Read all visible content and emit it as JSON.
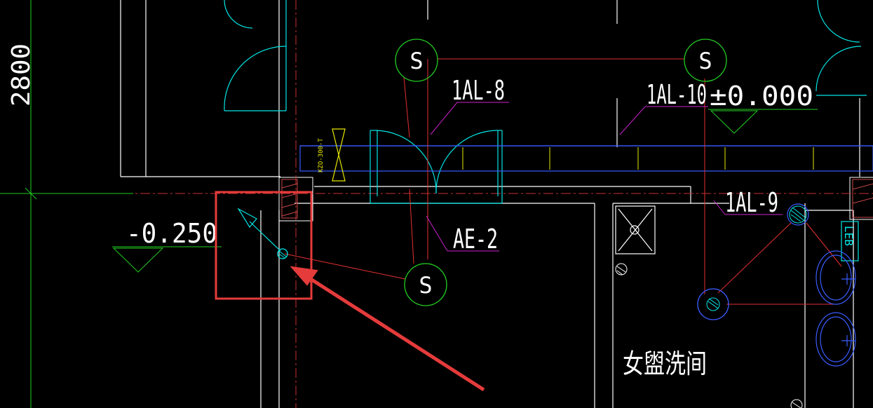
{
  "drawing": {
    "dimension_2800": "2800",
    "elevation_ground": "±0.000",
    "elevation_low": "-0.250",
    "circuit_1al8": "1AL-8",
    "circuit_1al10": "1AL-10",
    "circuit_1al9": "1AL-9",
    "circuit_ae2": "AE-2",
    "switch_letter": "S",
    "fan_tag": "KZO-300-T",
    "leb_tag": "LEB",
    "room_label": "女盥洗间"
  },
  "colors": {
    "background": "#000000",
    "wall": "#ffffff",
    "door": "#00e5e5",
    "wire": "#e53030",
    "green": "#22cc22",
    "leader": "#cc22cc",
    "duct": "#3a5cff",
    "marker": "#e8e800",
    "highlight": "#e53b3b"
  }
}
